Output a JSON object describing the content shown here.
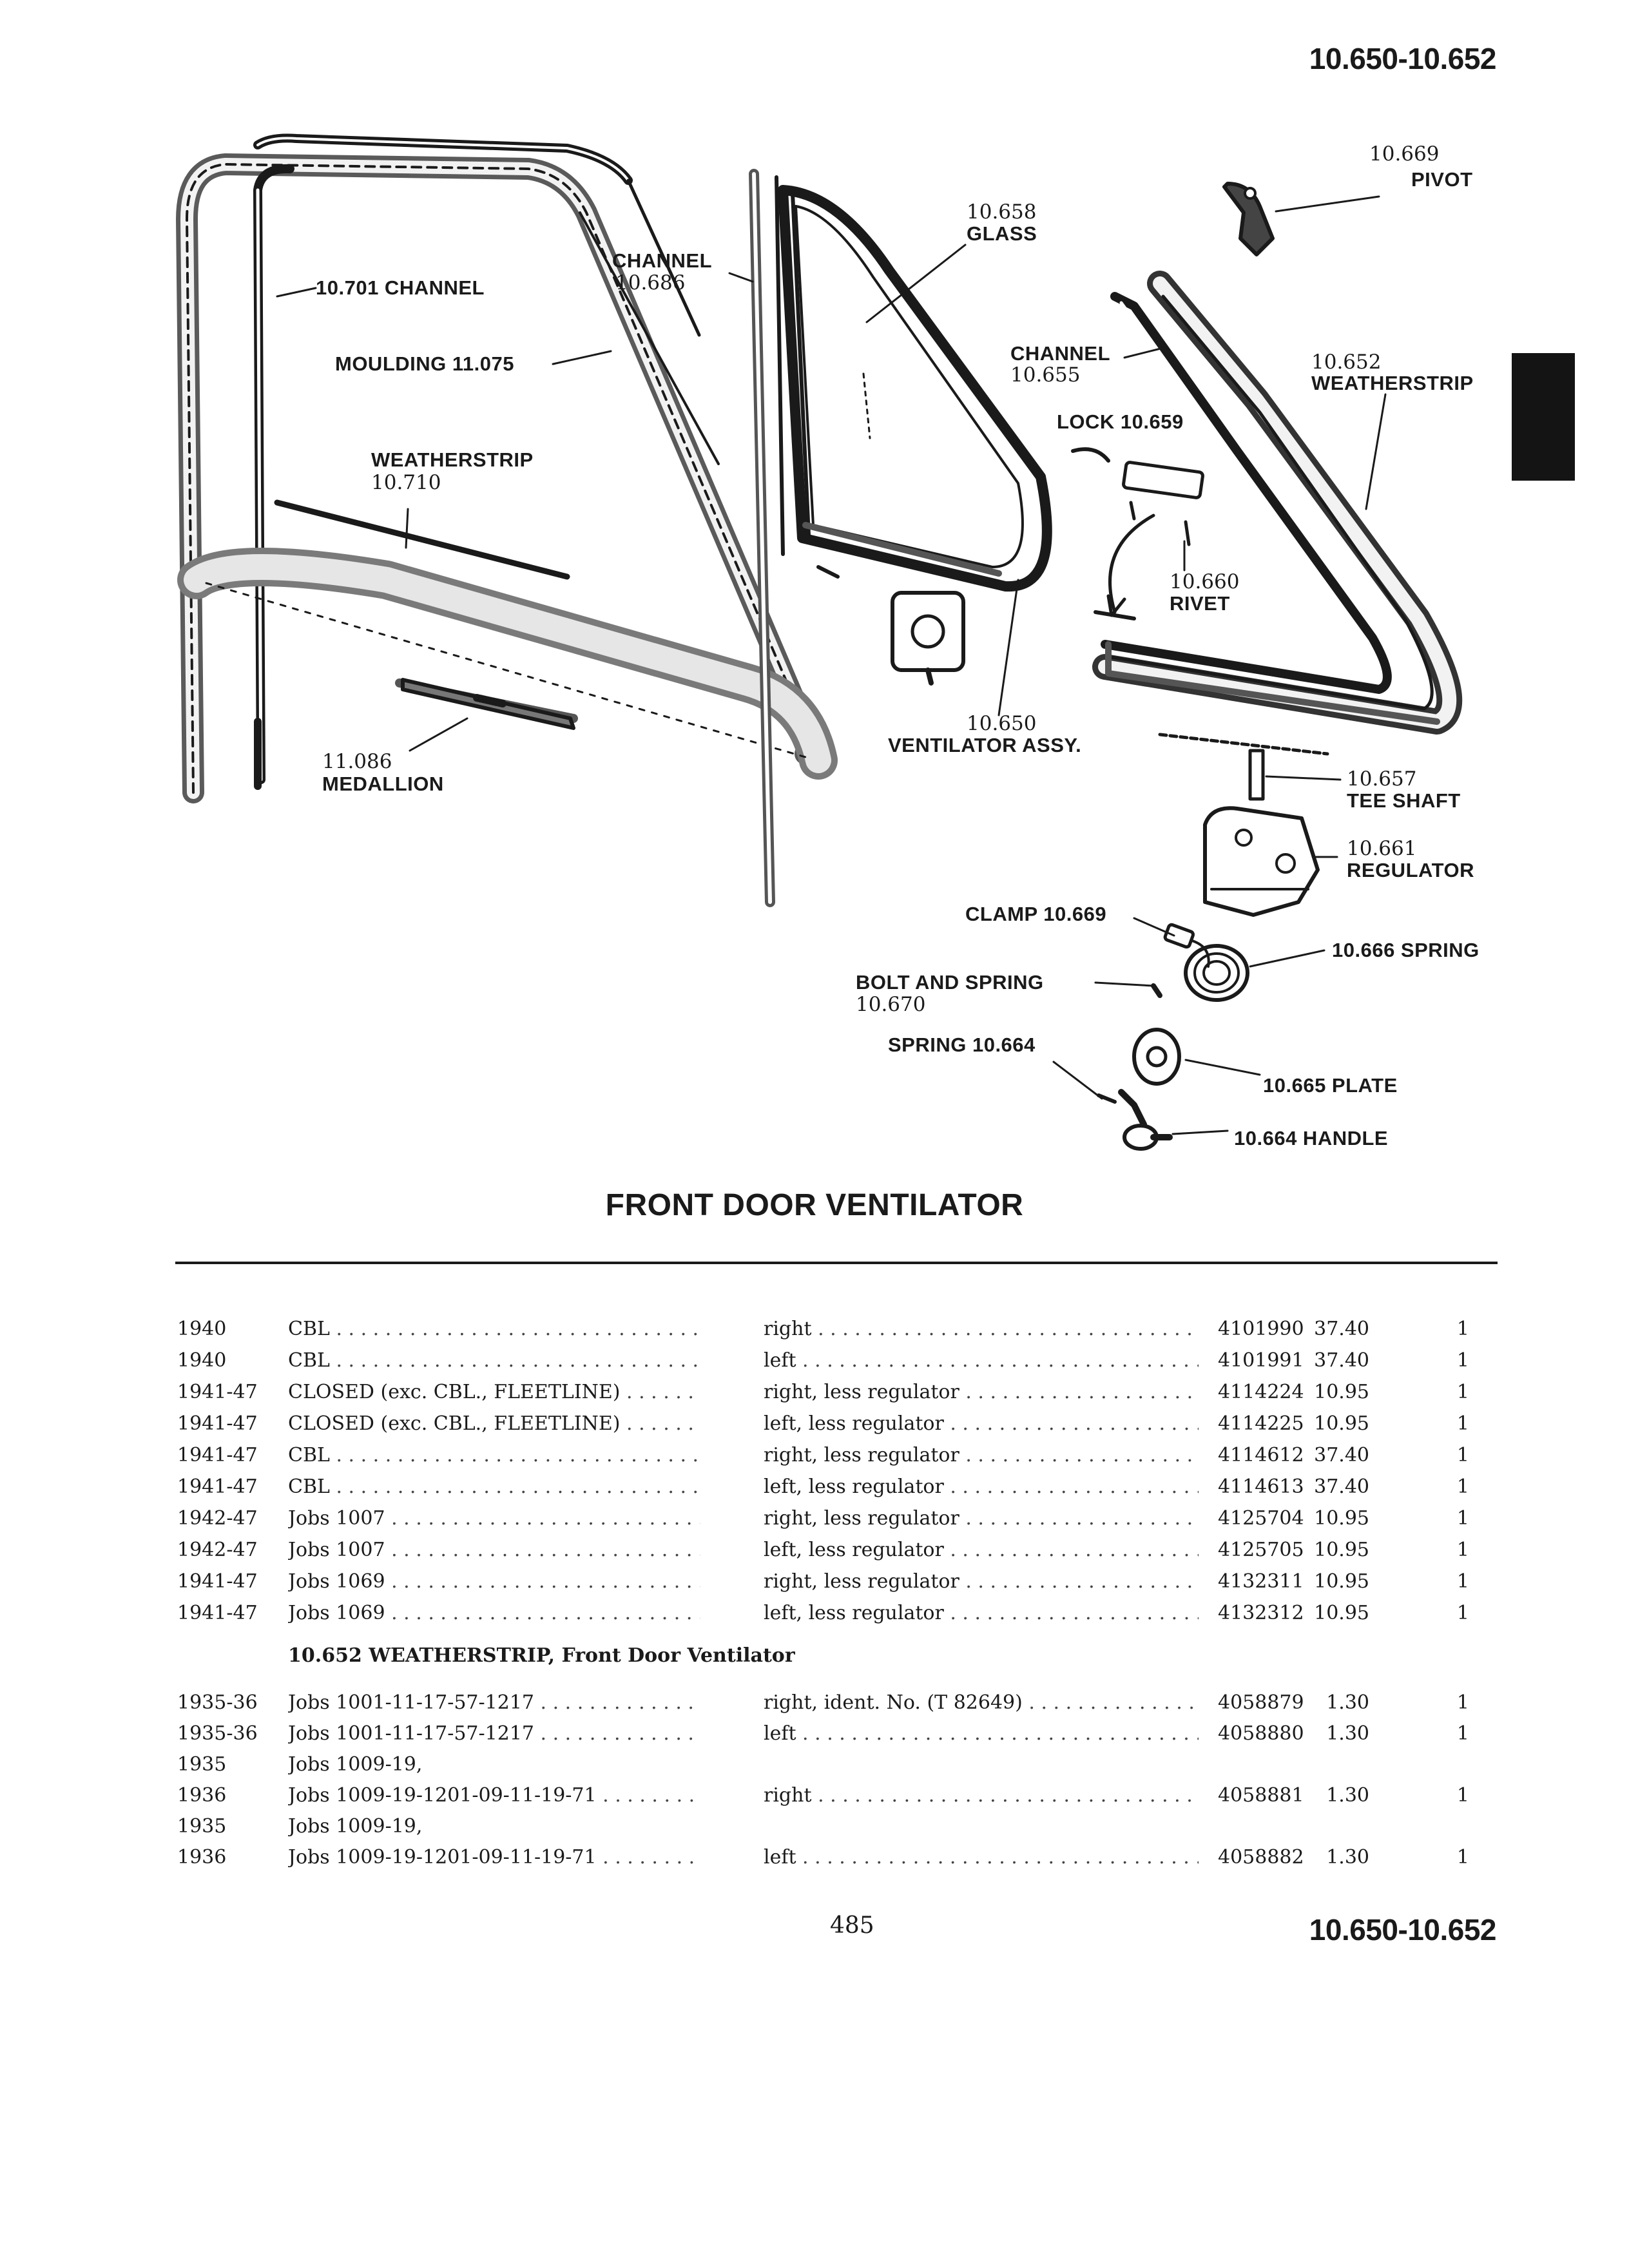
{
  "page_ref": "10.650-10.652",
  "page_number": "485",
  "section_title": "FRONT DOOR VENTILATOR",
  "diagram": {
    "labels": {
      "channel_10701": "10.701 CHANNEL",
      "channel_top": "CHANNEL",
      "channel_top_no": "10.686",
      "moulding": "MOULDING 11.075",
      "weatherstrip_10710": "WEATHERSTRIP",
      "weatherstrip_10710_no": "10.710",
      "medallion_no": "11.086",
      "medallion": "MEDALLION",
      "glass_no": "10.658",
      "glass": "GLASS",
      "channel_10655": "CHANNEL",
      "channel_10655_no": "10.655",
      "lock": "LOCK 10.659",
      "rivet_no": "10.660",
      "rivet": "RIVET",
      "ventilator_no": "10.650",
      "ventilator": "VENTILATOR ASSY.",
      "pivot_no": "10.669",
      "pivot": "PIVOT",
      "weatherstrip_10652_no": "10.652",
      "weatherstrip_10652": "WEATHERSTRIP",
      "tee_shaft_no": "10.657",
      "tee_shaft": "TEE SHAFT",
      "regulator_no": "10.661",
      "regulator": "REGULATOR",
      "clamp": "CLAMP 10.669",
      "spring_10666": "10.666 SPRING",
      "bolt": "BOLT AND SPRING",
      "bolt_no": "10.670",
      "spring_10664": "SPRING 10.664",
      "plate": "10.665 PLATE",
      "handle": "10.664 HANDLE"
    }
  },
  "ventilator_rows": [
    {
      "year": "1940",
      "desc": "CBL",
      "side": "right",
      "part": "4101990",
      "price": "37.40",
      "qty": "1"
    },
    {
      "year": "1940",
      "desc": "CBL",
      "side": "left",
      "part": "4101991",
      "price": "37.40",
      "qty": "1"
    },
    {
      "year": "1941-47",
      "desc": "CLOSED (exc. CBL., FLEETLINE)",
      "side": "right, less regulator",
      "part": "4114224",
      "price": "10.95",
      "qty": "1"
    },
    {
      "year": "1941-47",
      "desc": "CLOSED (exc. CBL., FLEETLINE)",
      "side": "left, less regulator",
      "part": "4114225",
      "price": "10.95",
      "qty": "1"
    },
    {
      "year": "1941-47",
      "desc": "CBL",
      "side": "right, less regulator",
      "part": "4114612",
      "price": "37.40",
      "qty": "1"
    },
    {
      "year": "1941-47",
      "desc": "CBL",
      "side": "left, less regulator",
      "part": "4114613",
      "price": "37.40",
      "qty": "1"
    },
    {
      "year": "1942-47",
      "desc": "Jobs 1007",
      "side": "right, less regulator",
      "part": "4125704",
      "price": "10.95",
      "qty": "1"
    },
    {
      "year": "1942-47",
      "desc": "Jobs 1007",
      "side": "left, less regulator",
      "part": "4125705",
      "price": "10.95",
      "qty": "1"
    },
    {
      "year": "1941-47",
      "desc": "Jobs 1069",
      "side": "right, less regulator",
      "part": "4132311",
      "price": "10.95",
      "qty": "1"
    },
    {
      "year": "1941-47",
      "desc": "Jobs 1069",
      "side": "left, less regulator",
      "part": "4132312",
      "price": "10.95",
      "qty": "1"
    }
  ],
  "weatherstrip_heading": "10.652  WEATHERSTRIP, Front Door Ventilator",
  "weatherstrip_rows": [
    {
      "year": "1935-36",
      "desc": "Jobs 1001-11-17-57-1217",
      "side": "right, ident. No. (T 82649)",
      "part": "4058879",
      "price": "1.30",
      "qty": "1"
    },
    {
      "year": "1935-36",
      "desc": "Jobs 1001-11-17-57-1217",
      "side": "left",
      "part": "4058880",
      "price": "1.30",
      "qty": "1"
    },
    {
      "year": "1935",
      "desc": "Jobs 1009-19,",
      "side": "",
      "part": "",
      "price": "",
      "qty": ""
    },
    {
      "year": "1936",
      "desc": "Jobs 1009-19-1201-09-11-19-71",
      "side": "right",
      "part": "4058881",
      "price": "1.30",
      "qty": "1"
    },
    {
      "year": "1935",
      "desc": "Jobs 1009-19,",
      "side": "",
      "part": "",
      "price": "",
      "qty": ""
    },
    {
      "year": "1936",
      "desc": "Jobs 1009-19-1201-09-11-19-71",
      "side": "left",
      "part": "4058882",
      "price": "1.30",
      "qty": "1"
    }
  ]
}
